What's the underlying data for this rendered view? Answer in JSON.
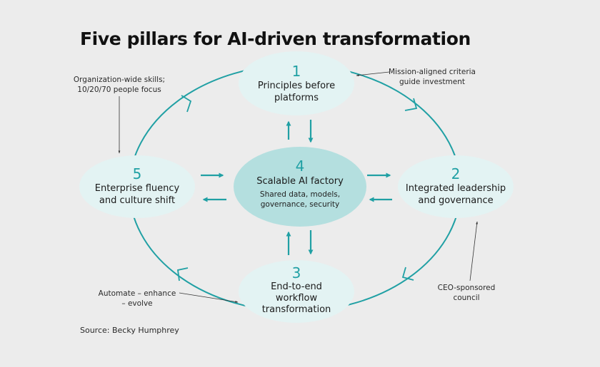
{
  "title": "Five pillars for AI-driven transformation",
  "colors": {
    "background": "#ececec",
    "accent": "#20a0a4",
    "outer_node_fill": "#e3f3f3",
    "center_node_fill": "#b4dfdf",
    "text": "#1a1a1a"
  },
  "nodes": [
    {
      "id": "1",
      "number": "1",
      "lines": [
        "Principles before",
        "platforms"
      ]
    },
    {
      "id": "2",
      "number": "2",
      "lines": [
        "Integrated leadership",
        "and governance"
      ]
    },
    {
      "id": "3",
      "number": "3",
      "lines": [
        "End-to-end",
        "workflow",
        "transformation"
      ]
    },
    {
      "id": "4",
      "number": "4",
      "title": "Scalable AI factory",
      "lines": [
        "Shared data, models,",
        "governance, security"
      ]
    },
    {
      "id": "5",
      "number": "5",
      "lines": [
        "Enterprise fluency",
        "and culture shift"
      ]
    }
  ],
  "cycle": {
    "order": [
      "1",
      "2",
      "3",
      "5",
      "1"
    ],
    "direction": "clockwise"
  },
  "hub_links": [
    {
      "between": [
        "4",
        "1"
      ],
      "bidirectional": true
    },
    {
      "between": [
        "4",
        "2"
      ],
      "bidirectional": true
    },
    {
      "between": [
        "4",
        "3"
      ],
      "bidirectional": true
    },
    {
      "between": [
        "4",
        "5"
      ],
      "bidirectional": true
    }
  ],
  "annotations": [
    {
      "target": "1",
      "lines": [
        "Mission-aligned criteria",
        "guide investment"
      ]
    },
    {
      "target": "2",
      "lines": [
        "CEO-sponsored",
        "council"
      ]
    },
    {
      "target": "3",
      "lines": [
        "Automate – enhance",
        "– evolve"
      ]
    },
    {
      "target": "5",
      "lines": [
        "Organization-wide skills;",
        "10/20/70 people focus"
      ]
    }
  ],
  "source": "Source: Becky Humphrey"
}
